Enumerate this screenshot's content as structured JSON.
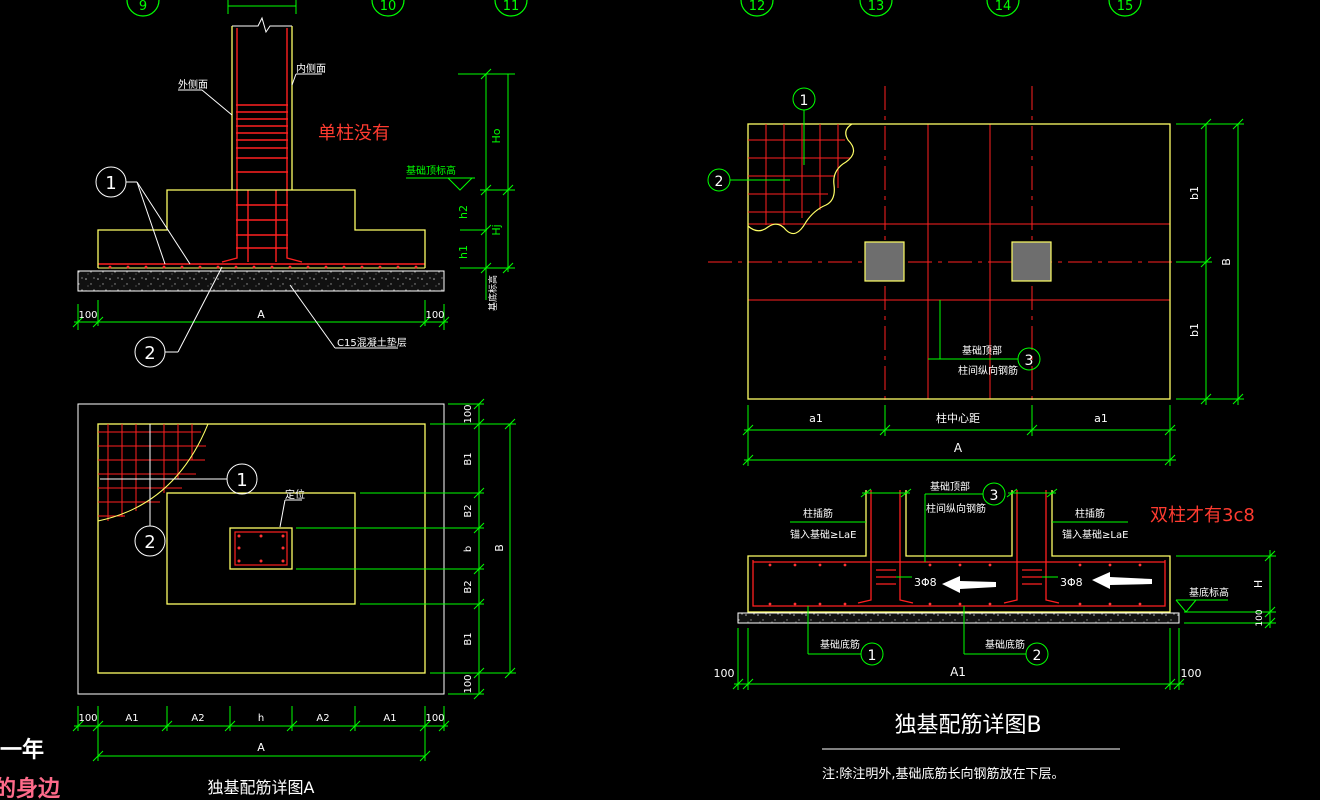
{
  "axis_bubbles": [
    "9",
    "10",
    "11",
    "12",
    "13",
    "14",
    "15"
  ],
  "section_a": {
    "outer_face_label": "外侧面",
    "inner_face_label": "内侧面",
    "single_column_note": "单柱没有",
    "foundation_top_label": "基础顶标高",
    "foundation_bottom_label": "基底标高",
    "dim_h0": "Ho",
    "dim_h2": "h2",
    "dim_h1": "h1",
    "dim_hj": "Hj",
    "dim_100_left": "100",
    "dim_100_right": "100",
    "dim_a": "A",
    "callout_1": "1",
    "callout_2": "2",
    "cushion_label": "C15混凝土垫层"
  },
  "plan_a": {
    "callout_1": "1",
    "callout_2": "2",
    "column_label": "定位",
    "dims_right": [
      "100",
      "B1",
      "B2",
      "b",
      "B2",
      "B1",
      "100"
    ],
    "dim_b": "B",
    "dims_bottom": [
      "100",
      "A1",
      "A2",
      "h",
      "A2",
      "A1",
      "100"
    ],
    "dim_a": "A",
    "title": "独基配筋详图A"
  },
  "plan_b": {
    "callout_1": "1",
    "callout_2": "2",
    "callout_3": "3",
    "top_rebar_label_1": "基础顶部",
    "top_rebar_label_2": "柱间纵向钢筋",
    "dims_right": [
      "b1",
      "b1"
    ],
    "dim_b": "B",
    "dims_bottom": [
      "a1",
      "柱中心距",
      "a1"
    ],
    "dim_a": "A"
  },
  "section_b": {
    "callout_3": "3",
    "top_label_1": "基础顶部",
    "top_label_2": "柱间纵向钢筋",
    "col_rebar_left_1": "柱插筋",
    "col_rebar_left_2": "锚入基础≥LaE",
    "col_rebar_right_1": "柱插筋",
    "col_rebar_right_2": "锚入基础≥LaE",
    "double_column_note": "双柱才有3c8",
    "stirrup_left": "3Φ8",
    "stirrup_right": "3Φ8",
    "dim_h": "H",
    "dim_100_right": "100",
    "bottom_level_label": "基底标高",
    "bottom_rebar_label_1": "基础底筋",
    "callout_1": "1",
    "bottom_rebar_label_2": "基础底筋",
    "callout_2": "2",
    "dim_100_left": "100",
    "dim_a1": "A1",
    "dim_100_end": "100",
    "title": "独基配筋详图B",
    "note": "注:除注明外,基础底筋长向钢筋放在下层。"
  },
  "overlay_text": {
    "line_1": "一年",
    "line_2": "的身边"
  }
}
